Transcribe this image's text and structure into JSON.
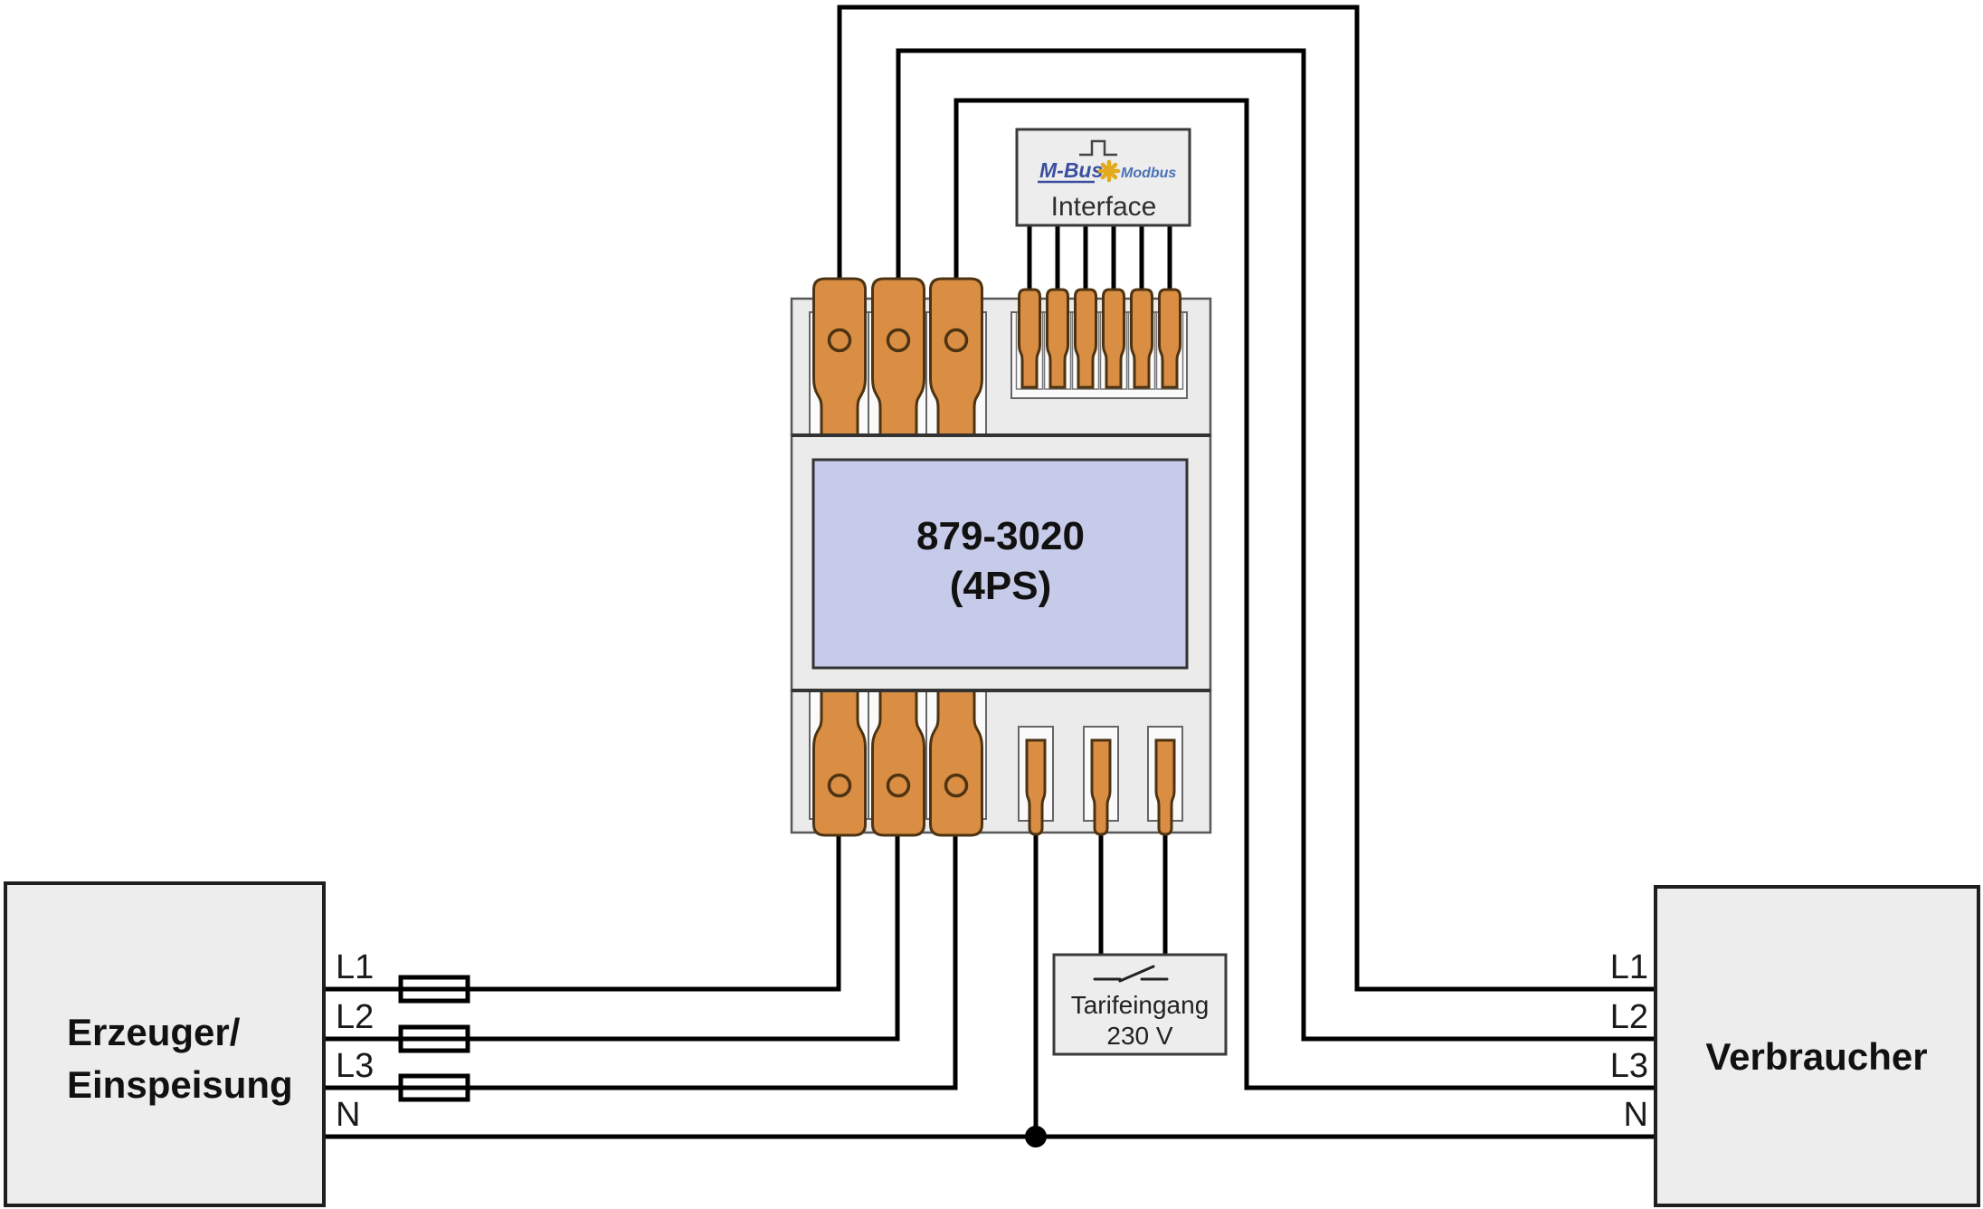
{
  "meter": {
    "model": "879-3020",
    "variant": "(4PS)"
  },
  "interface_box": {
    "label": "Interface",
    "mbus_label": "M-Bus",
    "modbus_label": "Modbus",
    "icons": [
      "pulse-output-icon",
      "modbus-star-icon"
    ]
  },
  "tariff_box": {
    "line1": "Tarifeingang",
    "line2": "230 V",
    "icon": "switch-contact-icon"
  },
  "source_box": {
    "line1": "Erzeuger/",
    "line2": "Einspeisung"
  },
  "load_box": {
    "label": "Verbraucher"
  },
  "conductor_labels_left": [
    "L1",
    "L2",
    "L3",
    "N"
  ],
  "conductor_labels_right": [
    "L1",
    "L2",
    "L3",
    "N"
  ],
  "colors": {
    "wire": "#000000",
    "terminal_fill": "#d98e43",
    "terminal_stroke": "#4d3312",
    "module_fill": "#ebebeb",
    "module_stroke": "#595959",
    "label_plate_fill": "#c5cbe8",
    "box_fill": "#ededed",
    "box_stroke": "#1f1f1f",
    "mbus_blue": "#3b4fa0",
    "modbus_blue": "#4a72b8",
    "modbus_star_yellow": "#e2aa1c"
  }
}
